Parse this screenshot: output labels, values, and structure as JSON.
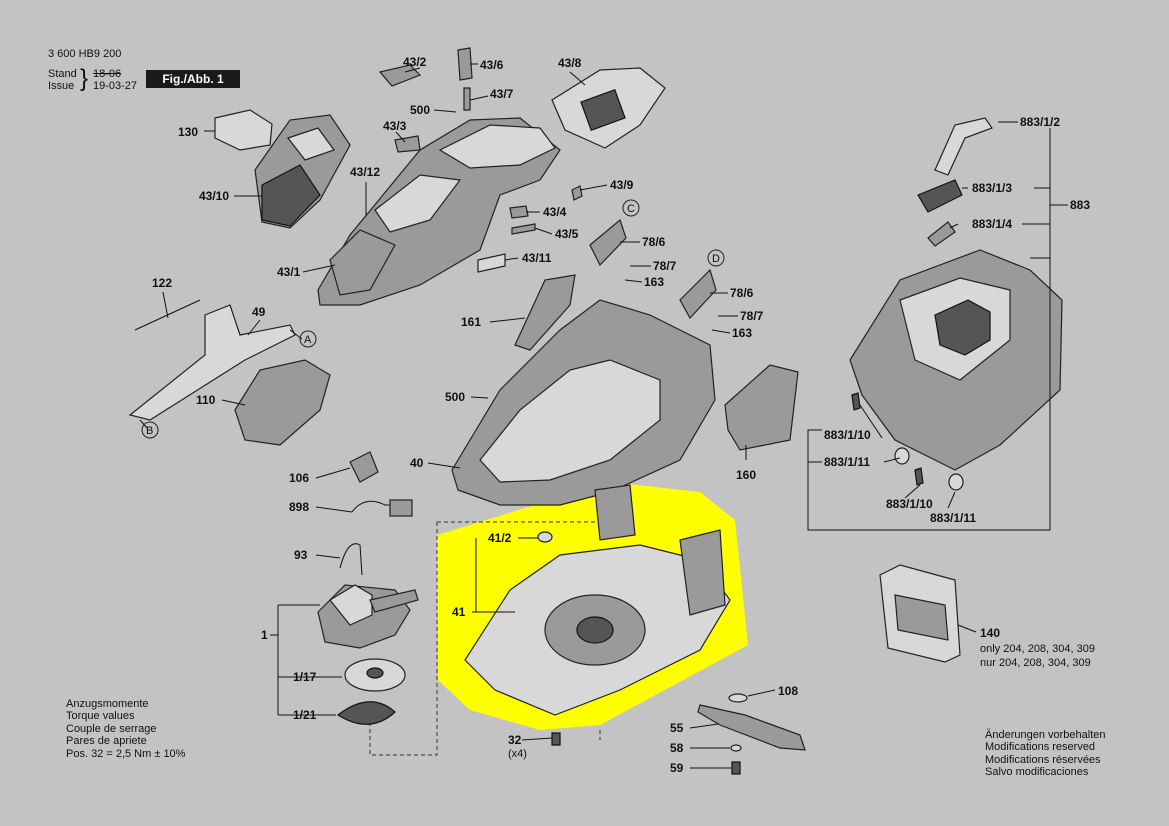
{
  "header": {
    "doc_number": "3 600 HB9 200",
    "stand_label": "Stand",
    "issue_label": "Issue",
    "stand_date": "18-06",
    "issue_date": "19-03-27",
    "fig_label": "Fig./Abb. 1"
  },
  "parts": {
    "p43_2": "43/2",
    "p43_6": "43/6",
    "p43_8": "43/8",
    "p43_7": "43/7",
    "p500a": "500",
    "p43_3": "43/3",
    "p130": "130",
    "p43_12": "43/12",
    "p43_10": "43/10",
    "p43_9": "43/9",
    "p43_4": "43/4",
    "p43_5": "43/5",
    "p43_11": "43/11",
    "p43_1": "43/1",
    "pC": "C",
    "p78_6a": "78/6",
    "p78_7a": "78/7",
    "p163a": "163",
    "pD": "D",
    "p78_6b": "78/6",
    "p78_7b": "78/7",
    "p163b": "163",
    "p161": "161",
    "p122": "122",
    "p49": "49",
    "pA": "A",
    "pB": "B",
    "p110": "110",
    "p500b": "500",
    "p40": "40",
    "p160": "160",
    "p106": "106",
    "p898": "898",
    "p93": "93",
    "p1": "1",
    "p1_17": "1/17",
    "p1_21": "1/21",
    "p41_2": "41/2",
    "p41": "41",
    "p32": "32",
    "p32_qty": "(x4)",
    "p108": "108",
    "p55": "55",
    "p58": "58",
    "p59": "59",
    "p883_1_2": "883/1/2",
    "p883_1_3": "883/1/3",
    "p883": "883",
    "p883_1_4": "883/1/4",
    "p883_1_10a": "883/1/10",
    "p883_1_11a": "883/1/11",
    "p883_1_10b": "883/1/10",
    "p883_1_11b": "883/1/11",
    "p140": "140"
  },
  "notes": {
    "p140_only": "only 204, 208, 304, 309",
    "p140_nur": "nur 204, 208, 304, 309",
    "torque_de": "Anzugsmomente",
    "torque_en": "Torque values",
    "torque_fr": "Couple de serrage",
    "torque_es": "Pares de apriete",
    "torque_pos": "Pos. 32 = 2,5 Nm ± 10%",
    "mod_de": "Änderungen vorbehalten",
    "mod_en": "Modifications reserved",
    "mod_fr": "Modifications réservées",
    "mod_es": "Salvo modificaciones"
  },
  "colors": {
    "background": "#c3c3c3",
    "highlight": "#ffff00",
    "ink": "#111111"
  }
}
